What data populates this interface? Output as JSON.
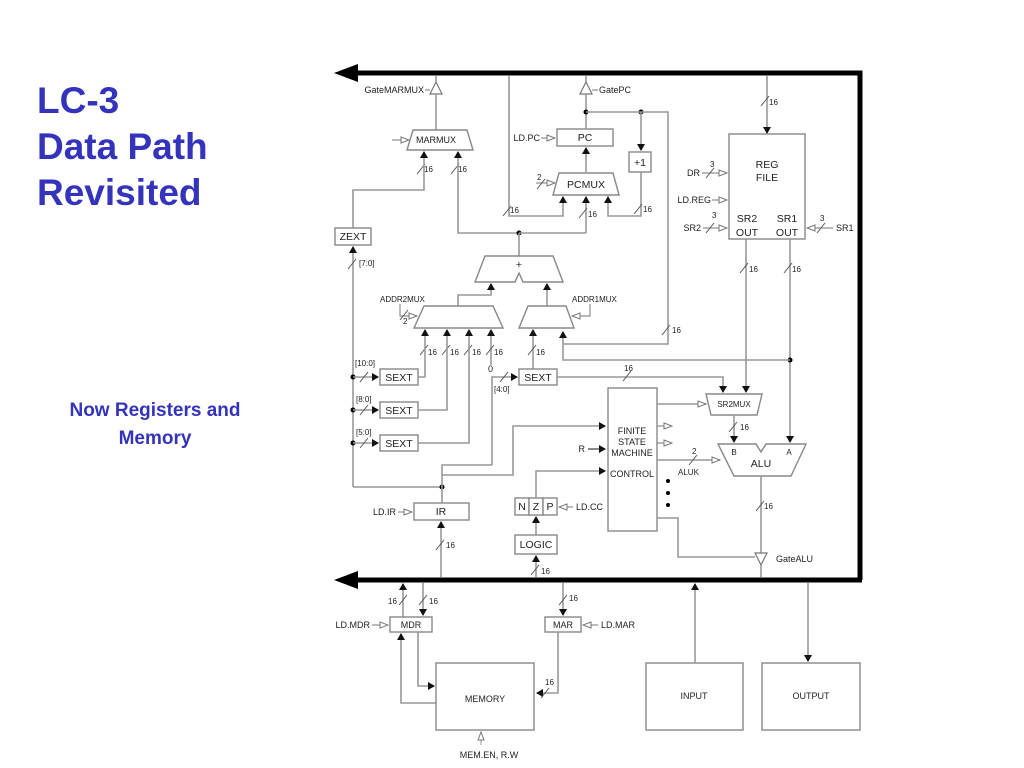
{
  "slide": {
    "title_lines": [
      "LC-3",
      "Data Path",
      "Revisited"
    ],
    "subtitle": "Now Registers and Memory",
    "accent_color": "#3333bb"
  },
  "diagram": {
    "blocks": {
      "marmux": "MARMUX",
      "pc": "PC",
      "plus_one": "+1",
      "pcmux": "PCMUX",
      "reg_file_line1": "REG",
      "reg_file_line2": "FILE",
      "sr2_out_line1": "SR2",
      "sr2_out_line2": "OUT",
      "sr1_out_line1": "SR1",
      "sr1_out_line2": "OUT",
      "zext": "ZEXT",
      "adder": "+",
      "addr2mux": "ADDR2MUX",
      "addr1mux": "ADDR1MUX",
      "sext_10": "SEXT",
      "sext_8": "SEXT",
      "sext_5": "SEXT",
      "sext_4": "SEXT",
      "fsm_line1": "FINITE",
      "fsm_line2": "STATE",
      "fsm_line3": "MACHINE",
      "fsm_line4": "CONTROL",
      "sr2mux": "SR2MUX",
      "alu": "ALU",
      "alu_in_b": "B",
      "alu_in_a": "A",
      "ir": "IR",
      "cc_n": "N",
      "cc_z": "Z",
      "cc_p": "P",
      "logic": "LOGIC",
      "mdr": "MDR",
      "mar": "MAR",
      "memory": "MEMORY",
      "input": "INPUT",
      "output": "OUTPUT"
    },
    "signals": {
      "gate_marmux": "GateMARMUX",
      "gate_pc": "GatePC",
      "ld_pc": "LD.PC",
      "dr": "DR",
      "ld_reg": "LD.REG",
      "sr2": "SR2",
      "sr1": "SR1",
      "r": "R",
      "aluk": "ALUK",
      "ld_ir": "LD.IR",
      "ld_cc": "LD.CC",
      "gate_alu": "GateALU",
      "ld_mdr": "LD.MDR",
      "ld_mar": "LD.MAR",
      "mem_en_rw": "MEM.EN, R.W"
    },
    "bit_ranges": {
      "r7_0": "[7:0]",
      "r10_0": "[10:0]",
      "r8_0": "[8:0]",
      "r5_0": "[5:0]",
      "r4_0": "[4:0]"
    },
    "widths": {
      "w16": "16",
      "w3": "3",
      "w2": "2",
      "zero": "0"
    }
  }
}
